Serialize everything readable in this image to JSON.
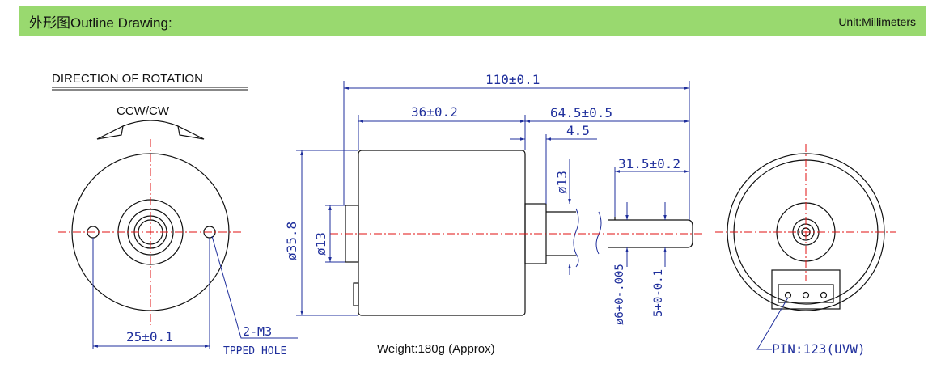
{
  "header": {
    "title": "外形图Outline Drawing:",
    "unit": "Unit:Millimeters"
  },
  "front_view": {
    "rotation_title": "DIRECTION OF ROTATION",
    "rotation_dir": "CCW/CW",
    "hole_spacing": "25±0.1",
    "hole_label_1": "2-M3",
    "hole_label_2": "TPPED HOLE"
  },
  "side_view": {
    "overall_length": "110±0.1",
    "body_length": "36±0.2",
    "shaft_section": "64.5±0.5",
    "boss_length": "4.5",
    "flat_length": "31.5±0.2",
    "boss_diameter": "ø13",
    "pilot_diameter": "ø13",
    "body_diameter": "ø35.8",
    "shaft_diameter": "ø6+0-.005",
    "flat_depth": "5+0-0.1",
    "weight": "Weight:180g (Approx)"
  },
  "rear_view": {
    "pin_label": "PIN:123(UVW)"
  },
  "colors": {
    "header_bg": "#99d96f",
    "dimension": "#1f2f9c",
    "centerline": "#e01010",
    "outline": "#111111"
  }
}
